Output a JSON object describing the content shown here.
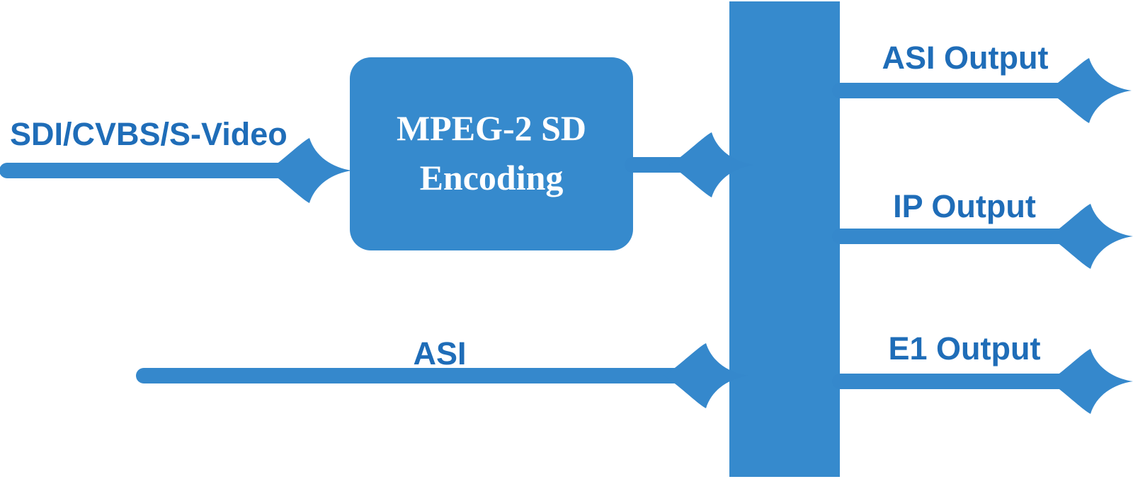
{
  "colors": {
    "block": "#368acd",
    "line": "#3588cc",
    "line_end": "#2d7fc6",
    "label": "#1f6db8",
    "box_text": "#ffffff"
  },
  "inputs": {
    "primary_label": "SDI/CVBS/S-Video",
    "asi_label": "ASI"
  },
  "encoder": {
    "line1": "MPEG-2 SD",
    "line2": "Encoding"
  },
  "outputs": {
    "asi_label": "ASI Output",
    "ip_label": "IP Output",
    "e1_label": "E1 Output"
  }
}
